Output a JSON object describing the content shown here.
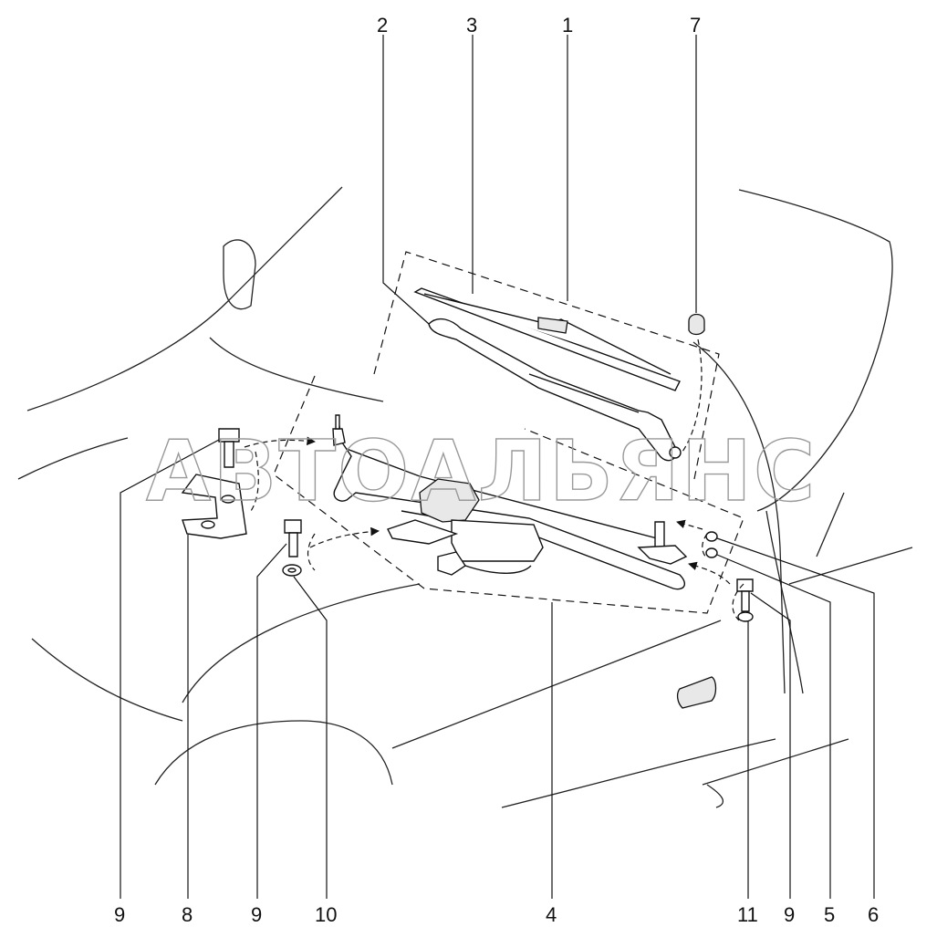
{
  "watermark": "АВТОАЛЬЯНС",
  "callouts": {
    "top": [
      "2",
      "3",
      "1",
      "7"
    ],
    "bottom": [
      "9",
      "8",
      "9",
      "10",
      "4",
      "11",
      "9",
      "5",
      "6"
    ]
  },
  "colors": {
    "line": "#111111",
    "watermark": "#9a9a9a",
    "background": "#ffffff"
  }
}
